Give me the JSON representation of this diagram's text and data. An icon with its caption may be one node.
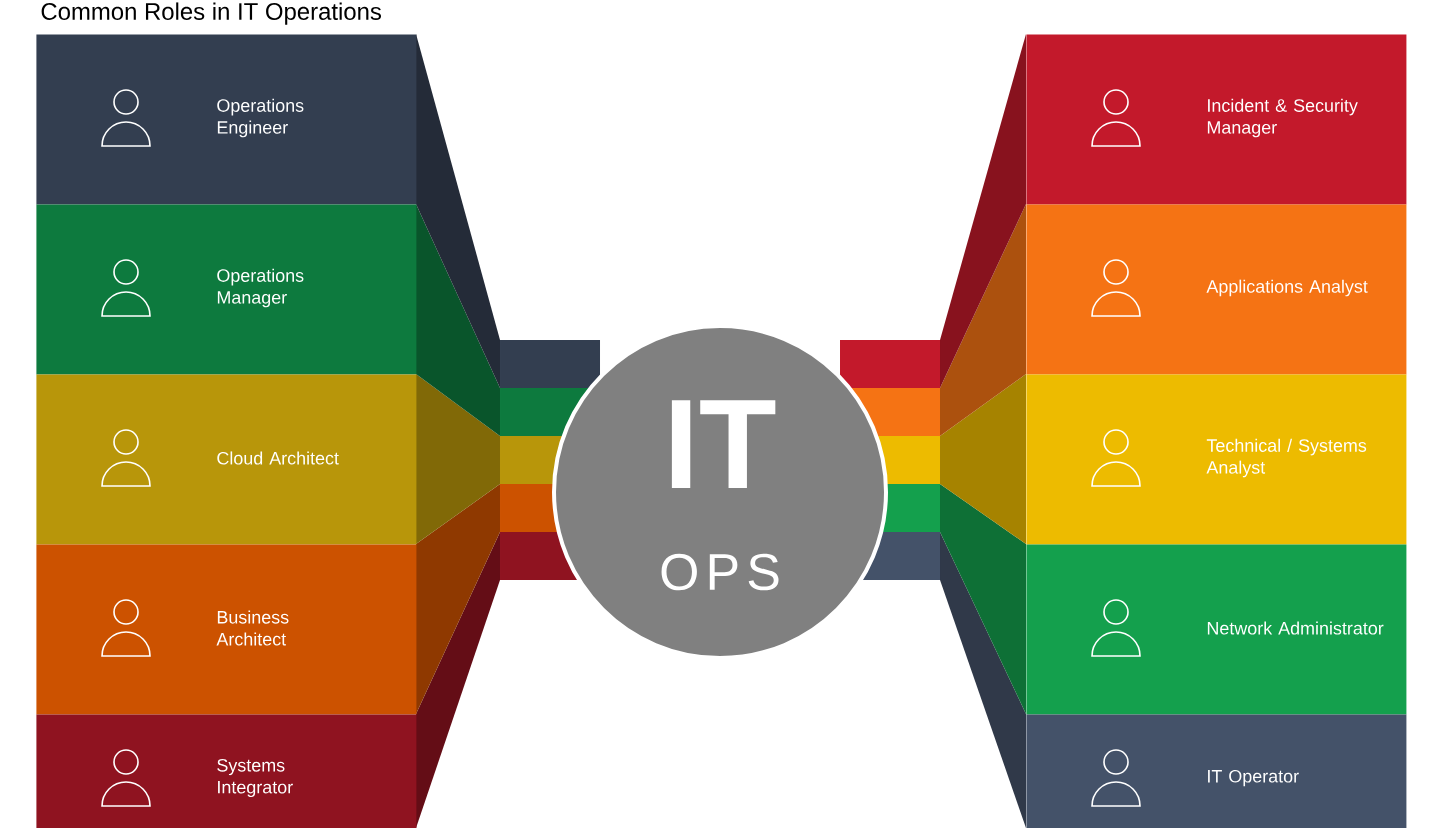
{
  "diagram": {
    "title": "Common Roles in IT Operations",
    "nodes": [
      {
        "text": [
          "Operations Engineer"
        ]
      },
      {
        "text": [
          "Operations Manager"
        ]
      },
      {
        "text": [
          "Cloud Architect"
        ]
      },
      {
        "text": [
          "Business Architect"
        ]
      },
      {
        "text": [
          "Systems Integrator"
        ]
      },
      {
        "text": [
          "IT",
          "OPS"
        ]
      },
      {
        "text": [
          "Incident & Security Manager"
        ]
      },
      {
        "text": [
          "Applications Analyst"
        ]
      },
      {
        "text": [
          "Technical / Systems Analyst"
        ]
      },
      {
        "text": [
          "Network Administrator"
        ]
      },
      {
        "text": [
          "IT Operator"
        ]
      }
    ]
  }
}
